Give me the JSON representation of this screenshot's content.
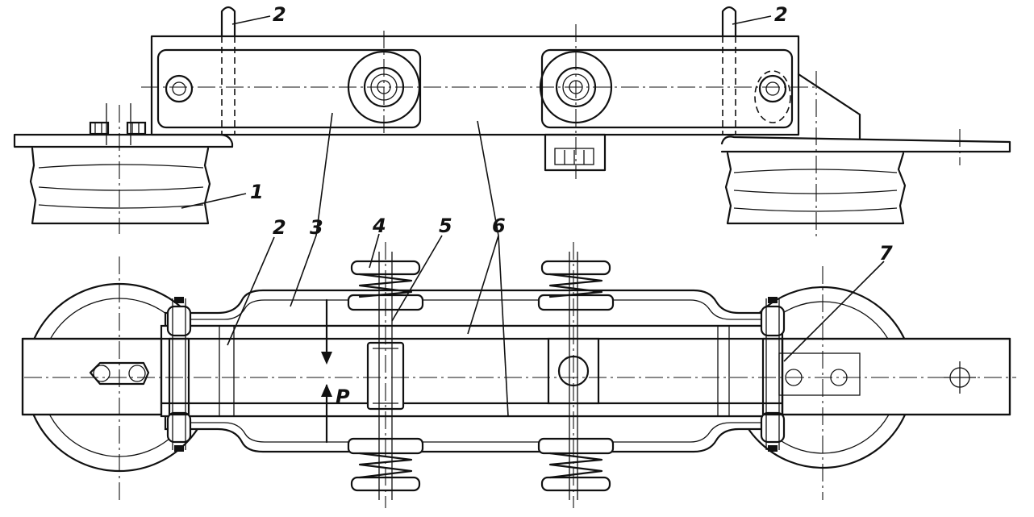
{
  "diagram": {
    "labels": {
      "l1": "1",
      "l2_top_left": "2",
      "l2_top_right": "2",
      "l2_bottom": "2",
      "l3": "3",
      "l4": "4",
      "l5": "5",
      "l6": "6",
      "l7": "7",
      "force": "P"
    }
  }
}
